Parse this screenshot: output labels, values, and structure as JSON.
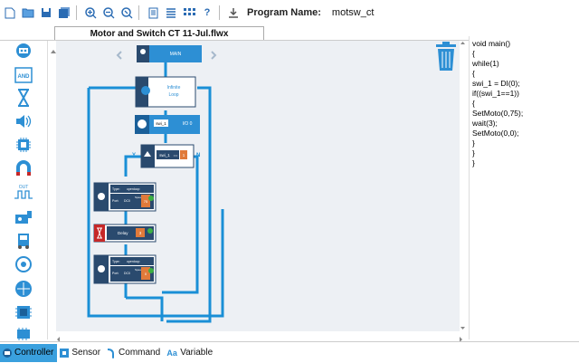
{
  "toolbar": {
    "program_label": "Program Name:",
    "program_name": "motsw_ct",
    "help_glyph": "?"
  },
  "tab": {
    "title": "Motor and Switch CT 11-Jul.flwx"
  },
  "code": {
    "lines": [
      "void main()",
      "{",
      "",
      "while(1)",
      "{",
      "swi_1 = DI(0);",
      "if((swi_1==1))",
      "{",
      "SetMoto(0,75);",
      "wait(3);",
      "SetMoto(0,0);",
      "}",
      "}",
      "}"
    ]
  },
  "flow": {
    "main_label": "MAIN",
    "loop_label_1": "Infinite",
    "loop_label_2": "Loop",
    "read_var": "swi_1",
    "read_port": "I/O 0",
    "cond_var": "swi_1",
    "cond_op": "==",
    "cond_val": "1",
    "yes": "Y",
    "no": "N",
    "motor1": {
      "type_label": "Type:",
      "type_value": "openloop",
      "port_label": "Port:",
      "port_value": "DC0",
      "speed_label": "Speed",
      "speed_value": "75"
    },
    "delay": {
      "label": "Delay",
      "value": "3"
    },
    "motor2": {
      "type_label": "Type:",
      "type_value": "openloop",
      "port_label": "Port:",
      "port_value": "DC0",
      "speed_label": "Speed",
      "speed_value": "0"
    }
  },
  "bottom_tabs": [
    {
      "label": "Controller",
      "icon": "controller-icon",
      "active": true
    },
    {
      "label": "Sensor",
      "icon": "sensor-icon",
      "active": false
    },
    {
      "label": "Command",
      "icon": "command-icon",
      "active": false
    },
    {
      "label": "Variable",
      "icon": "variable-icon",
      "active": false
    }
  ],
  "bottom_icon_glyphs": {
    "variable": "Aa"
  },
  "palette_icons": [
    "robot-icon",
    "and-gate-icon",
    "hourglass-icon",
    "speaker-icon",
    "chip-icon",
    "magnet-icon",
    "pulse-out-icon",
    "servo-icon",
    "rover-icon",
    "motor-driver-icon",
    "compass-icon",
    "board-icon",
    "ic-chip-icon"
  ],
  "pal_labels": {
    "and": "AND",
    "out": "OUT"
  },
  "colors": {
    "accent": "#3aa0de",
    "flow_line": "#1a8fd6",
    "block_dark": "#2a4a6e",
    "block_red": "#c62828",
    "green": "#3cb043",
    "orange": "#e07a3a",
    "trash": "#2d8fd4"
  }
}
